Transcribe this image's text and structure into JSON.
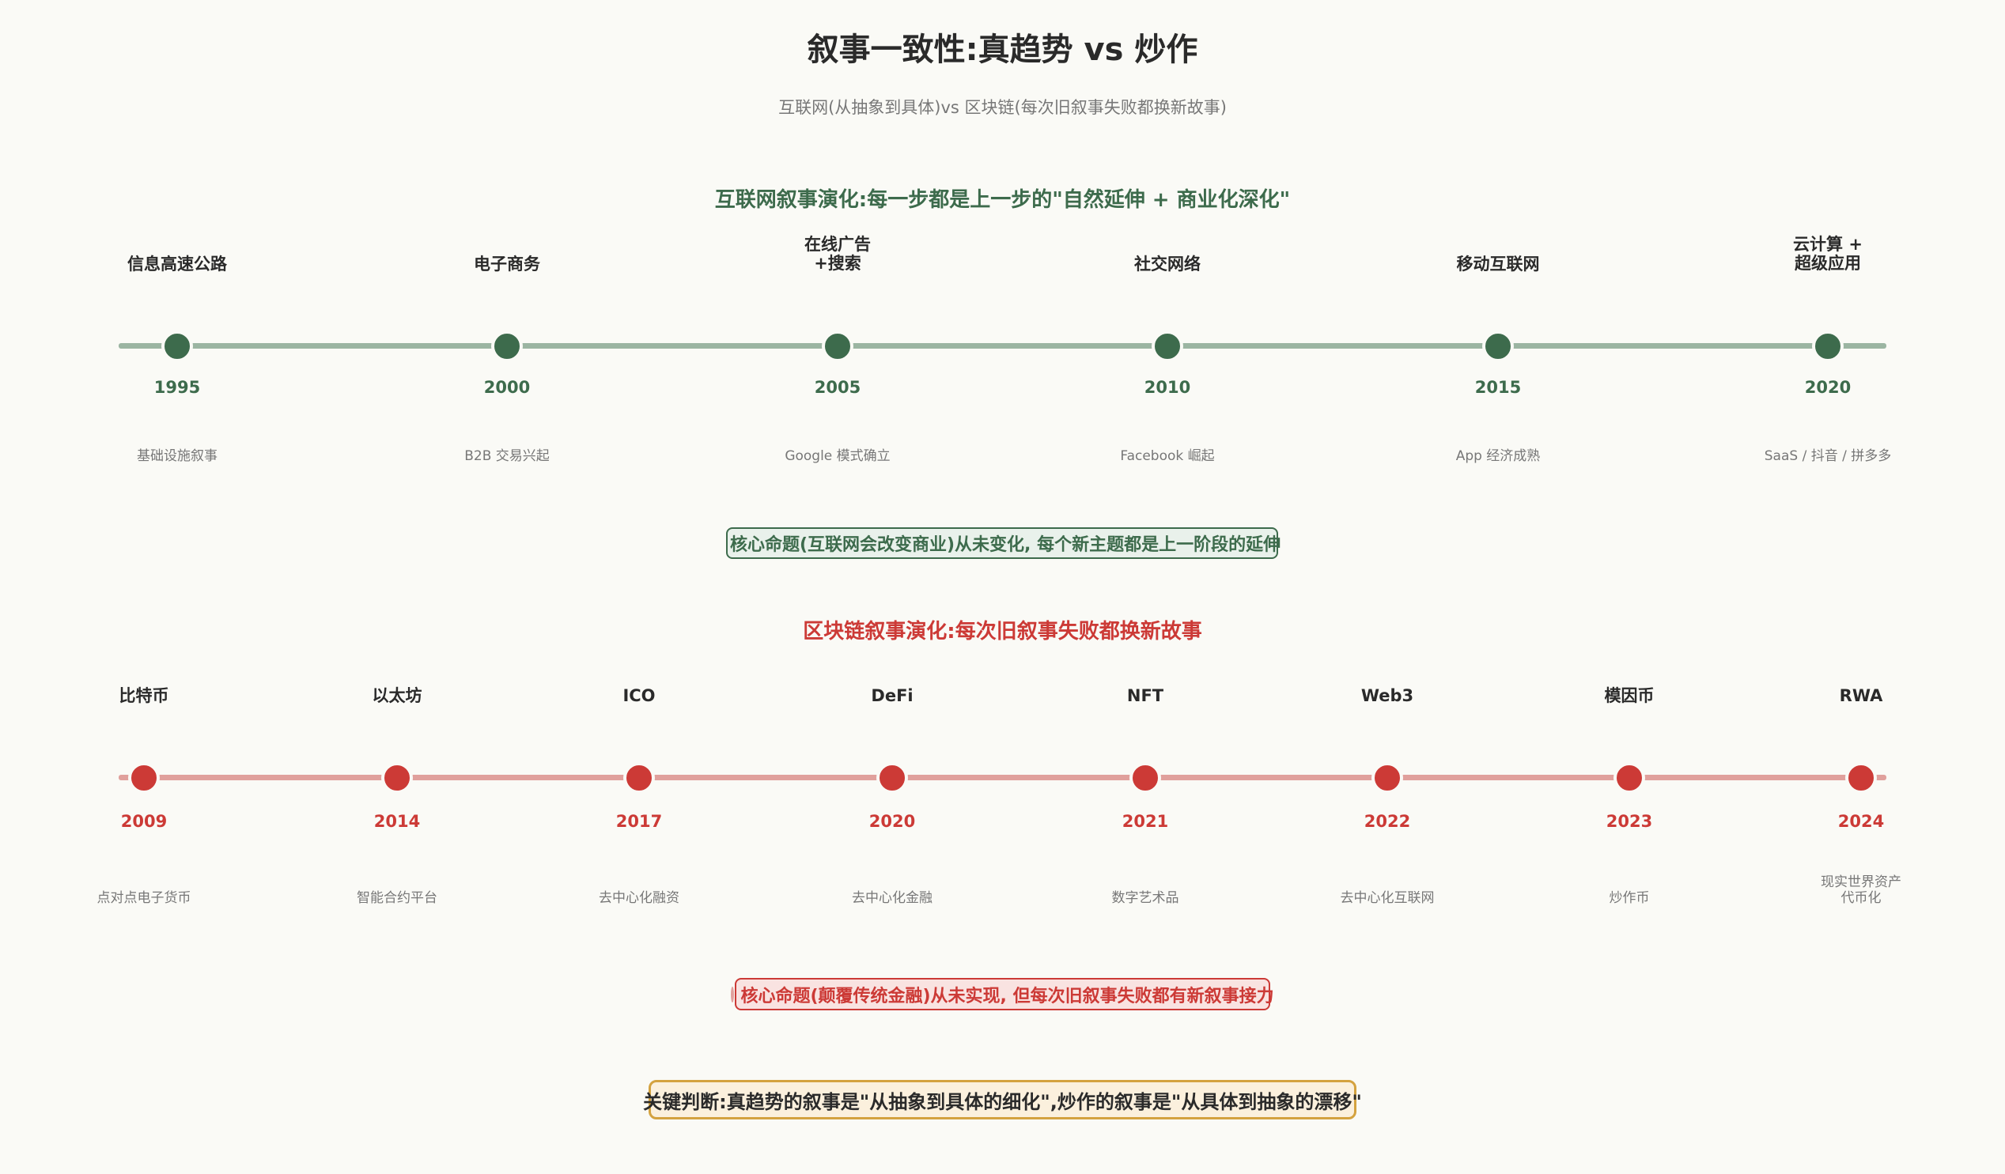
{
  "title": "叙事一致性:真趋势 vs 炒作",
  "subtitle": "互联网(从抽象到具体)vs 区块链(每次旧叙事失败都换新故事)",
  "internet": {
    "section_title": "互联网叙事演化:每一步都是上一步的\"自然延伸 + 商业化深化\"",
    "color": "#3d6b4c",
    "milestones": [
      {
        "stage": "信息高速公路",
        "year": "1995",
        "desc": "基础设施叙事"
      },
      {
        "stage": "电子商务",
        "year": "2000",
        "desc": "B2B 交易兴起"
      },
      {
        "stage": "在线广告\n+搜索",
        "year": "2005",
        "desc": "Google 模式确立"
      },
      {
        "stage": "社交网络",
        "year": "2010",
        "desc": "Facebook 崛起"
      },
      {
        "stage": "移动互联网",
        "year": "2015",
        "desc": "App 经济成熟"
      },
      {
        "stage": "云计算 +\n超级应用",
        "year": "2020",
        "desc": "SaaS / 抖音 / 拼多多"
      }
    ],
    "thesis": "核心命题(互联网会改变商业)从未变化, 每个新主题都是上一阶段的延伸"
  },
  "blockchain": {
    "section_title": "区块链叙事演化:每次旧叙事失败都换新故事",
    "color": "#cc3a36",
    "milestones": [
      {
        "stage": "比特币",
        "year": "2009",
        "desc": "点对点电子货币"
      },
      {
        "stage": "以太坊",
        "year": "2014",
        "desc": "智能合约平台"
      },
      {
        "stage": "ICO",
        "year": "2017",
        "desc": "去中心化融资"
      },
      {
        "stage": "DeFi",
        "year": "2020",
        "desc": "去中心化金融"
      },
      {
        "stage": "NFT",
        "year": "2021",
        "desc": "数字艺术品"
      },
      {
        "stage": "Web3",
        "year": "2022",
        "desc": "去中心化互联网"
      },
      {
        "stage": "模因币",
        "year": "2023",
        "desc": "炒作币"
      },
      {
        "stage": "RWA",
        "year": "2024",
        "desc": "现实世界资产\n代币化"
      }
    ],
    "thesis": "核心命题(颠覆传统金融)从未实现, 但每次旧叙事失败都有新叙事接力"
  },
  "key_judgment": "关键判断:真趋势的叙事是\"从抽象到具体的细化\",炒作的叙事是\"从具体到抽象的漂移\""
}
